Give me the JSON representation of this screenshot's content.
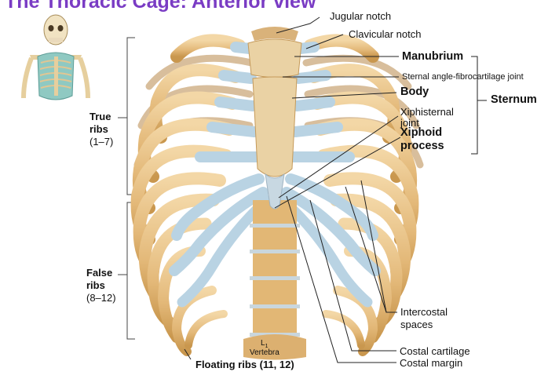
{
  "title": "The Thoracic Cage: Anterior view",
  "labels": {
    "jugular_notch": "Jugular notch",
    "clavicular_notch": "Clavicular notch",
    "manubrium": "Manubrium",
    "sternal_angle": "Sternal angle-fibrocartilage joint",
    "body": "Body",
    "xiphisternal_1": "Xiphisternal",
    "xiphisternal_2": "joint",
    "xiphoid_1": "Xiphoid",
    "xiphoid_2": "process",
    "sternum": "Sternum",
    "true_ribs_1": "True",
    "true_ribs_2": "ribs",
    "true_ribs_3": "(1–7)",
    "false_ribs_1": "False",
    "false_ribs_2": "ribs",
    "false_ribs_3": "(8–12)",
    "intercostal_1": "Intercostal",
    "intercostal_2": "spaces",
    "costal_cartilage": "Costal cartilage",
    "costal_margin": "Costal margin",
    "floating_ribs": "Floating ribs (11, 12)",
    "l1": "L",
    "l1_sub": "1",
    "vertebra": "Vertebra"
  },
  "colors": {
    "title": "#7a3cc4",
    "bone": "#e9c48a",
    "bone_dark": "#c9974e",
    "cartilage": "#b9d3e3",
    "line": "#222222"
  }
}
